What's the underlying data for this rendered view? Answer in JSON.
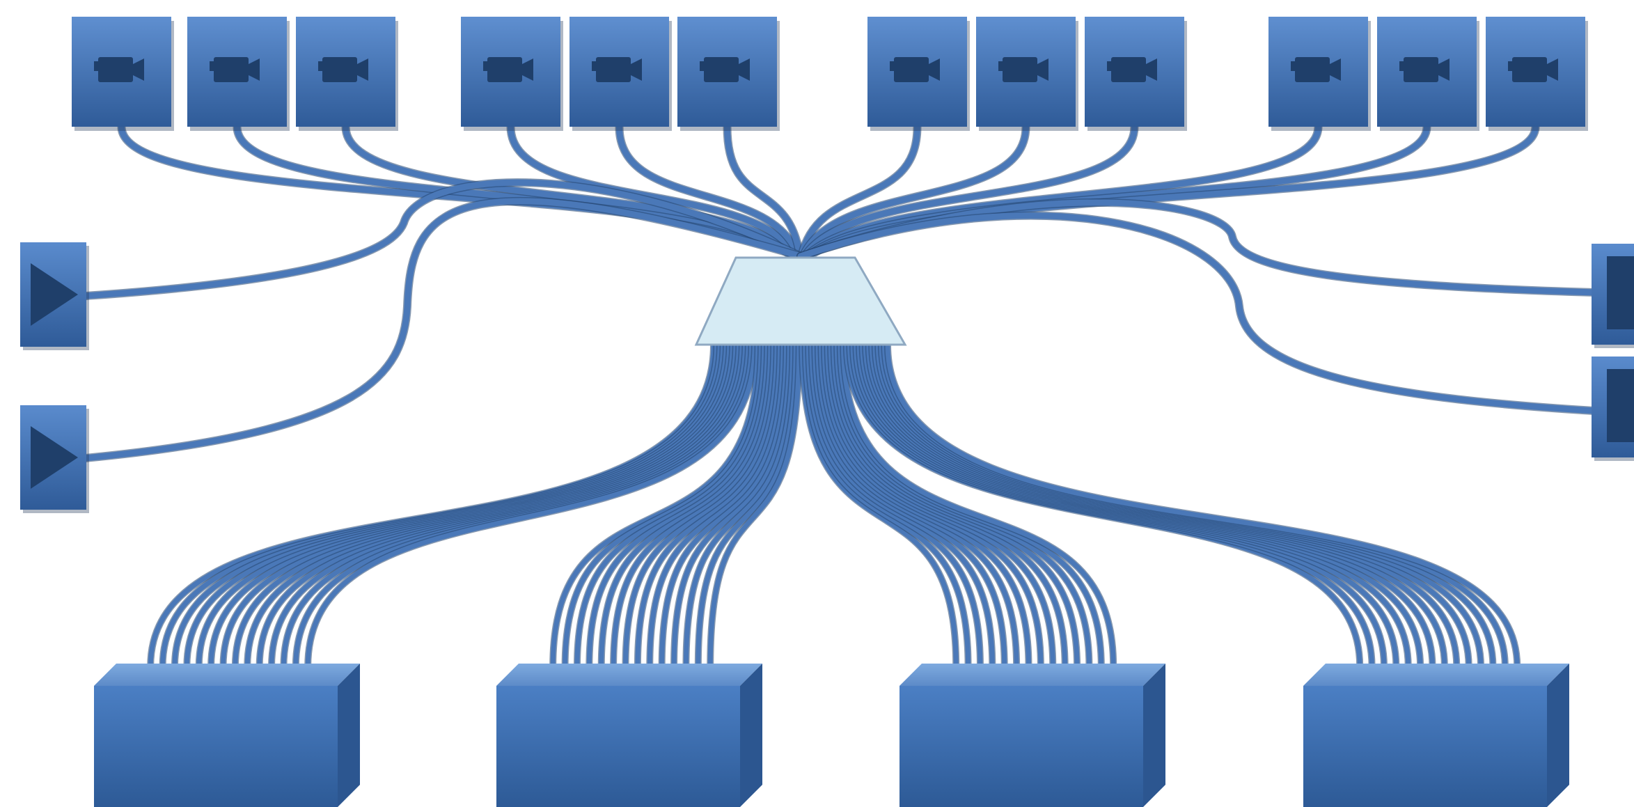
{
  "diagram": {
    "title": "",
    "camera_count": 12,
    "monitor_left_count": 2,
    "monitor_right_count": 2,
    "storage_count": 4,
    "bundle_cables_per_storage": 14,
    "icons": {
      "camera": "video-camera-icon",
      "monitor": "play-triangle-icon",
      "switch": "trapezoid-switch-icon",
      "storage": "storage-box-icon"
    },
    "colors": {
      "cable": "#4a78b8",
      "cable_shadow": "#24466f",
      "camera_face": "#3f6fb3",
      "camera_icon": "#1f3f6a",
      "switch_fill": "#d6ebf4",
      "switch_stroke": "#8fa9c2",
      "box_front": "#3d6fb4",
      "box_top": "#6c99d3",
      "box_side": "#2c5690",
      "monitor_arrow": "#1f3f6a"
    }
  }
}
